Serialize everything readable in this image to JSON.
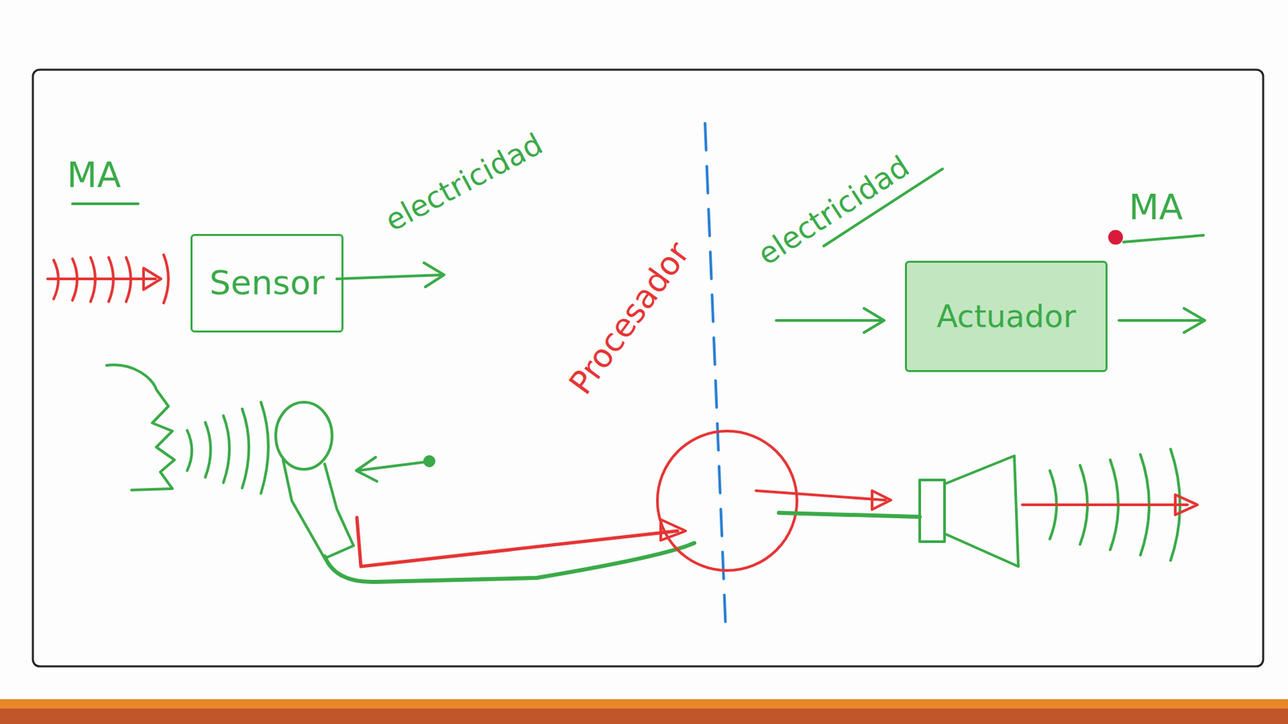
{
  "diagram": {
    "nodes": [
      {
        "text": [
          "Sensor"
        ]
      },
      {
        "text": [
          "Actuador"
        ]
      }
    ],
    "labels": [
      "MA",
      "electricidad",
      "Procesador",
      "electricidad",
      "MA"
    ]
  }
}
